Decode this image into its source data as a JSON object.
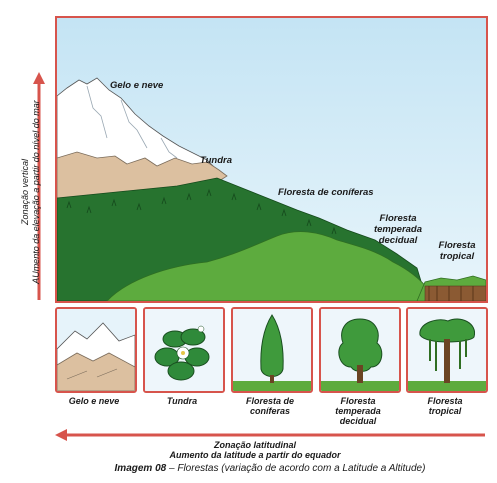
{
  "zones": {
    "ice_snow": "Gelo e neve",
    "tundra": "Tundra",
    "conifer_forest": "Floresta de coníferas",
    "temperate_forest_l1": "Floresta",
    "temperate_forest_l2": "temperada",
    "temperate_forest_l3": "decidual",
    "tropical_forest_l1": "Floresta",
    "tropical_forest_l2": "tropical"
  },
  "tiles": {
    "ice_snow": "Gelo e neve",
    "tundra": "Tundra",
    "conifer_l1": "Floresta de",
    "conifer_l2": "coníferas",
    "temperate_l1": "Floresta",
    "temperate_l2": "temperada",
    "temperate_l3": "decidual",
    "tropical_l1": "Floresta",
    "tropical_l2": "tropical"
  },
  "axes": {
    "vertical_l1": "Zonação vertical",
    "vertical_l2": "AUmento da elevação a partir do nível do mar",
    "horizontal_l1": "Zonação latitudinal",
    "horizontal_l2": "Aumento da latitude a partir do equador"
  },
  "caption": {
    "label": "Imagem 08",
    "text": " – Florestas (variação de acordo com a Latitude a Altitude)"
  },
  "colors": {
    "frame": "#d7544c",
    "sky": "#d2ebf7",
    "arrow": "#d7544c",
    "forest_dark": "#27732f",
    "forest_light": "#5dab3e",
    "tundra": "#dcc0a0"
  }
}
